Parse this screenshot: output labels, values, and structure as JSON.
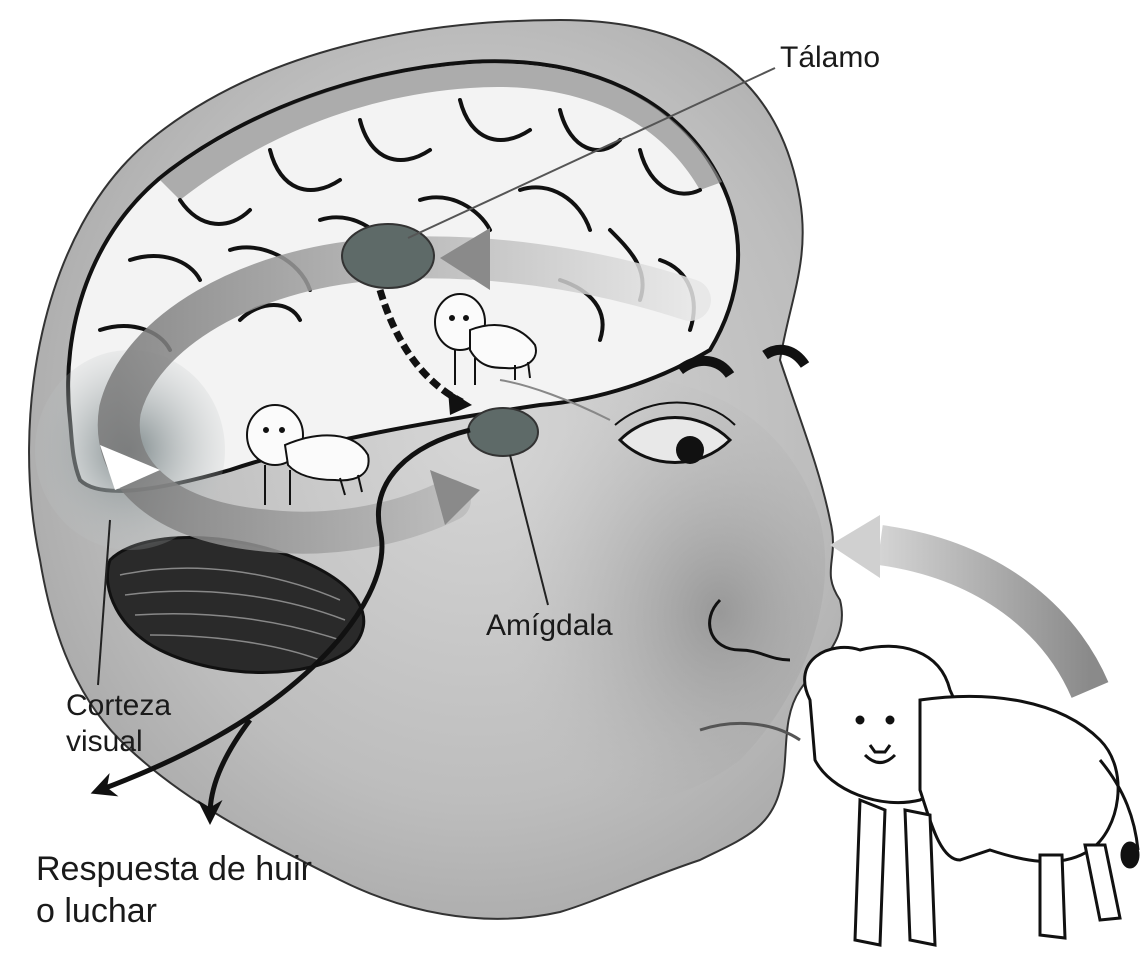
{
  "labels": {
    "thalamus": "Tálamo",
    "amygdala": "Amígdala",
    "visual_cortex_line1": "Corteza",
    "visual_cortex_line2": "visual",
    "response_line1": "Respuesta de huir",
    "response_line2": "o luchar"
  },
  "colors": {
    "head_fill": "#b9b9b9",
    "brain_fill": "#f2f2f2",
    "pathway_arrow": "#9a9a9a",
    "nucleus_fill": "#5e6a68",
    "line": "#111111"
  }
}
